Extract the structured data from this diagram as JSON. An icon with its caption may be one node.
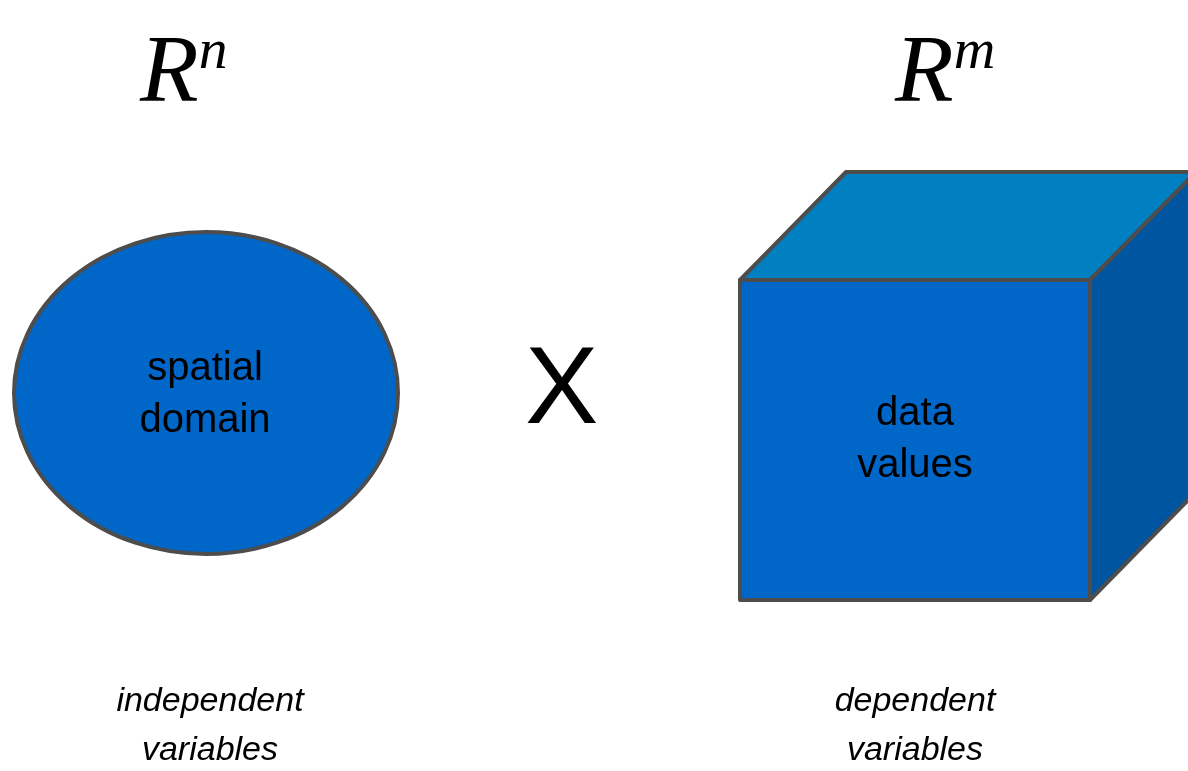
{
  "diagram": {
    "nodes": [
      {
        "text": [
          "R$^{n}$",
          "spatial domain"
        ],
        "beside": [
          "independent variables"
        ]
      },
      {
        "text": [
          "R$^{m}$",
          "data values"
        ],
        "beside": [
          "dependent variables"
        ]
      }
    ],
    "labels": [
      "X"
    ]
  }
}
